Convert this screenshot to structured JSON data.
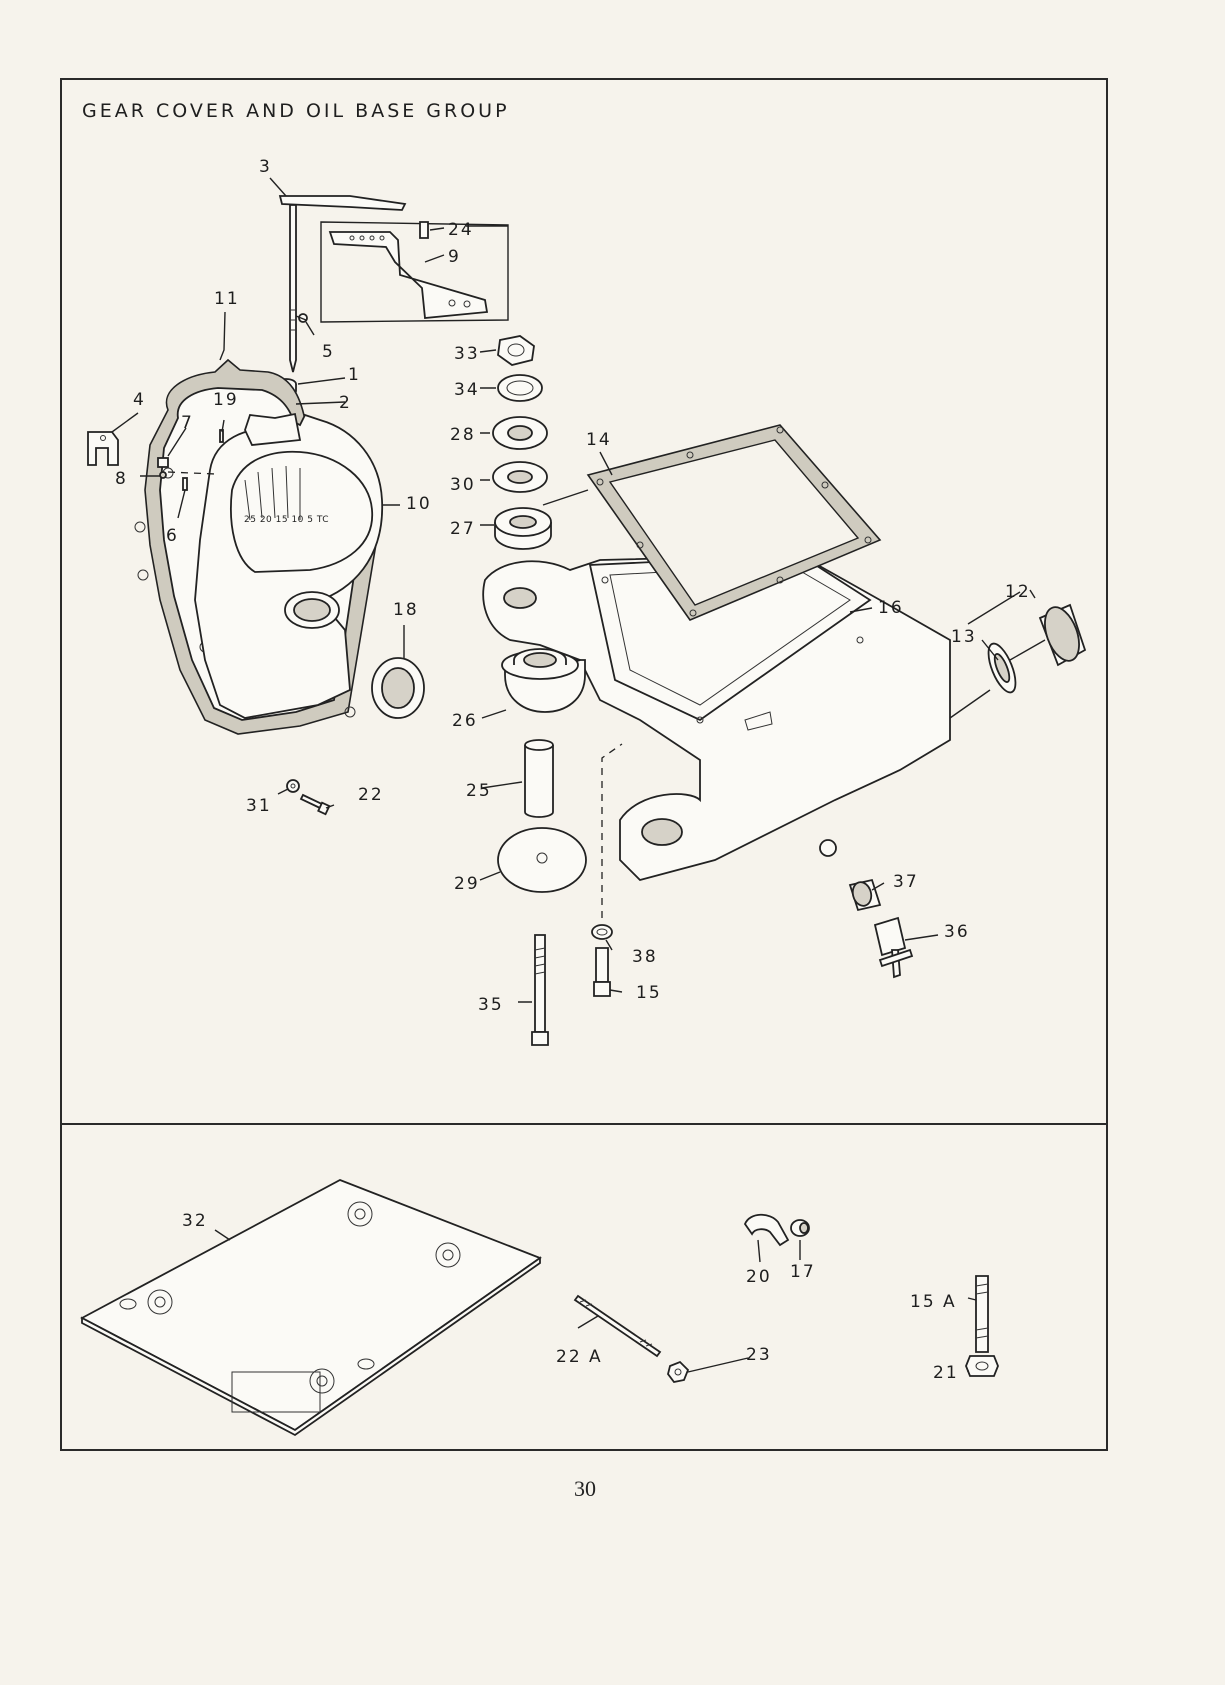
{
  "title": "GEAR COVER AND OIL BASE GROUP",
  "page_number": "30",
  "colors": {
    "paper": "#f6f3ec",
    "ink": "#222222",
    "gasket": "#cfcbbf"
  },
  "top_labels": {
    "p1": "1",
    "p2": "2",
    "p3": "3",
    "p4": "4",
    "p5": "5",
    "p6": "6",
    "p7": "7",
    "p8": "8",
    "p9": "9",
    "p10": "10",
    "p11": "11",
    "p12": "12",
    "p13": "13",
    "p14": "14",
    "p15": "15",
    "p16": "16",
    "p18": "18",
    "p19": "19",
    "p22": "22",
    "p24": "24",
    "p25": "25",
    "p26": "26",
    "p27": "27",
    "p28": "28",
    "p29": "29",
    "p30": "30",
    "p31": "31",
    "p33": "33",
    "p34": "34",
    "p35": "35",
    "p36": "36",
    "p37": "37",
    "p38": "38"
  },
  "dial_marks": "25 20 15 10 5 TC",
  "bottom_labels": {
    "p32": "32",
    "p20": "20",
    "p17": "17",
    "p15a": "15 A",
    "p22a": "22 A",
    "p23": "23",
    "p21": "21"
  }
}
